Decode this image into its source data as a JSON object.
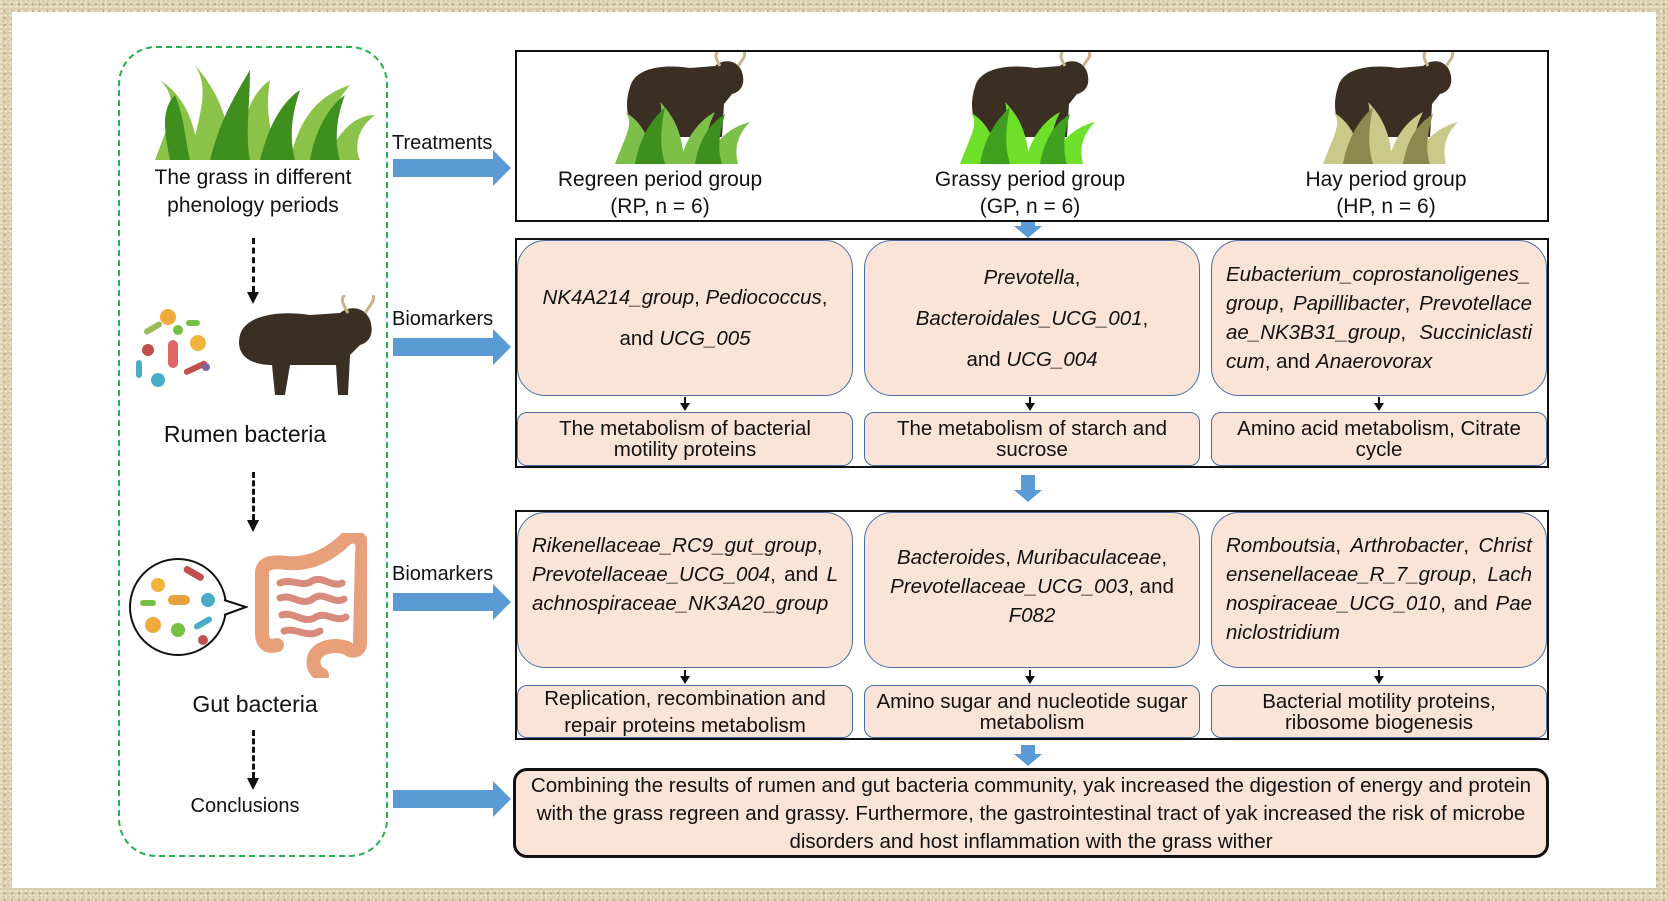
{
  "left_panel": {
    "grass_label": [
      "The grass in different",
      "phenology periods"
    ],
    "rumen_label": "Rumen bacteria",
    "gut_label": "Gut bacteria",
    "conclusions_label": "Conclusions"
  },
  "connectors": {
    "treatments": "Treatments",
    "biomarkers_rumen": "Biomarkers",
    "biomarkers_gut": "Biomarkers"
  },
  "groups": [
    {
      "name": "Regreen period group",
      "sub": "(RP, n = 6)",
      "grass_color": "#7cc04a"
    },
    {
      "name": "Grassy period group",
      "sub": "(GP, n = 6)",
      "grass_color": "#6fe02a"
    },
    {
      "name": "Hay period group",
      "sub": "(HP, n = 6)",
      "grass_color": "#c9c98a"
    }
  ],
  "rumen": {
    "biomarkers": [
      {
        "parts": [
          {
            "t": "NK4A214_group",
            "i": true
          },
          {
            "t": ", ",
            "i": false
          },
          {
            "t": "Pediococcus",
            "i": true
          },
          {
            "t": ",",
            "i": false
          },
          {
            "br": true
          },
          {
            "t": "and ",
            "i": false
          },
          {
            "t": "UCG_005",
            "i": true
          }
        ]
      },
      {
        "parts": [
          {
            "t": "Prevotella",
            "i": true
          },
          {
            "t": ",",
            "i": false
          },
          {
            "br": true
          },
          {
            "t": "Bacteroidales_UCG_001",
            "i": true
          },
          {
            "t": ",",
            "i": false
          },
          {
            "br": true
          },
          {
            "t": "and ",
            "i": false
          },
          {
            "t": "UCG_004",
            "i": true
          }
        ]
      },
      {
        "parts": [
          {
            "t": "Eubacterium_coprostanoligenes_group",
            "i": true
          },
          {
            "t": ", ",
            "i": false
          },
          {
            "t": "Papillibacter",
            "i": true
          },
          {
            "t": ", ",
            "i": false
          },
          {
            "t": "Prevotellaceae_NK3B31_group",
            "i": true
          },
          {
            "t": ", ",
            "i": false
          },
          {
            "t": "Succiniclasticum",
            "i": true
          },
          {
            "t": ", and ",
            "i": false
          },
          {
            "t": "Anaerovorax",
            "i": true
          }
        ]
      }
    ],
    "pathways": [
      "The metabolism of bacterial motility proteins",
      "The metabolism of starch and sucrose",
      "Amino acid metabolism, Citrate cycle"
    ]
  },
  "gut": {
    "biomarkers": [
      {
        "parts": [
          {
            "t": "Rikenellaceae_RC9_gut_group",
            "i": true
          },
          {
            "t": ", ",
            "i": false
          },
          {
            "t": "Prevotellaceae_UCG_004",
            "i": true
          },
          {
            "t": ", and ",
            "i": false
          },
          {
            "t": "Lachnospiraceae_NK3A20_group",
            "i": true
          }
        ]
      },
      {
        "parts": [
          {
            "t": "Bacteroides",
            "i": true
          },
          {
            "t": ", ",
            "i": false
          },
          {
            "t": "Muribaculaceae",
            "i": true
          },
          {
            "t": ", ",
            "i": false
          },
          {
            "t": "Prevotellaceae_UCG_003",
            "i": true
          },
          {
            "t": ", and ",
            "i": false
          },
          {
            "t": "F082",
            "i": true
          }
        ]
      },
      {
        "parts": [
          {
            "t": "Romboutsia",
            "i": true
          },
          {
            "t": ", ",
            "i": false
          },
          {
            "t": "Arthrobacter",
            "i": true
          },
          {
            "t": ", ",
            "i": false
          },
          {
            "t": "Christensenellaceae_R_7_group",
            "i": true
          },
          {
            "t": ", ",
            "i": false
          },
          {
            "t": "Lachnospiraceae_UCG_010",
            "i": true
          },
          {
            "t": ", and ",
            "i": false
          },
          {
            "t": "Paeniclostridium",
            "i": true
          }
        ]
      }
    ],
    "pathways": [
      "Replication, recombination and repair proteins metabolism",
      "Amino sugar and nucleotide sugar metabolism",
      "Bacterial motility proteins, ribosome biogenesis"
    ]
  },
  "conclusion": "Combining the results of rumen and gut bacteria community, yak increased the digestion of energy and protein with the grass regreen and grassy. Furthermore, the gastrointestinal tract of yak increased the risk of microbe disorders and host inflammation with the grass wither",
  "colors": {
    "arrow_blue": "#5b9bd5",
    "box_fill": "#fae4d7",
    "box_border": "#4a6fa5",
    "frame_green": "#22b14c"
  }
}
